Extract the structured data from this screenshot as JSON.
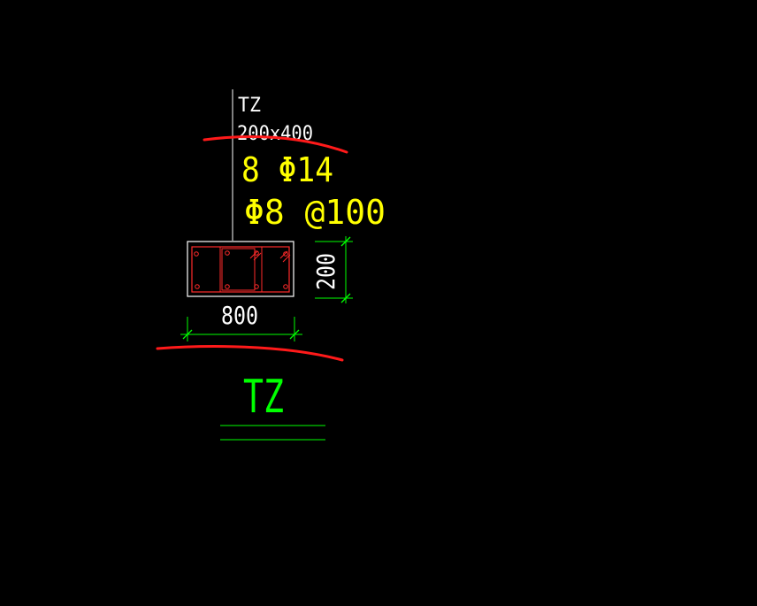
{
  "colors": {
    "background": "#000000",
    "white": "#ffffff",
    "yellow": "#ffff00",
    "green": "#00ff00",
    "red": "#ff2a2a",
    "markup_red": "#ff1a1a"
  },
  "callout": {
    "name_label": "TZ",
    "section_label": "200x400",
    "main_bars_label": "8 Φ14",
    "stirrup_label": "Φ8 @100"
  },
  "dimensions": {
    "width_label": "800",
    "height_label": "200"
  },
  "title": {
    "label": "TZ"
  }
}
